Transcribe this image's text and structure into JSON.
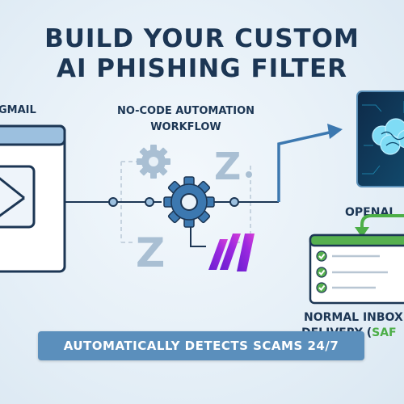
{
  "header": {
    "title_line1": "BUILD YOUR CUSTOM",
    "title_line2": "AI PHISHING FILTER"
  },
  "gmail": {
    "label": "GMAIL",
    "icon": "mail-envelope-icon"
  },
  "workflow": {
    "title_line1": "NO-CODE AUTOMATION",
    "title_line2": "WORKFLOW",
    "icons": [
      "gear-icon",
      "zapier-z-icon",
      "make-m-icon"
    ]
  },
  "openai": {
    "label": "OPENAI",
    "icon": "ai-brain-icon"
  },
  "inbox": {
    "line1": "NORMAL INBOX",
    "line2_prefix": "DELIVERY (",
    "line2_highlight": "SAF",
    "icon": "inbox-checklist-icon"
  },
  "banner": {
    "text": "AUTOMATICALLY DETECTS SCAMS 24/7"
  },
  "colors": {
    "navy": "#1c3654",
    "accent_blue": "#3c78b0",
    "green": "#4cae47",
    "purple": "#8a2be2",
    "banner": "#5b8fbc"
  }
}
